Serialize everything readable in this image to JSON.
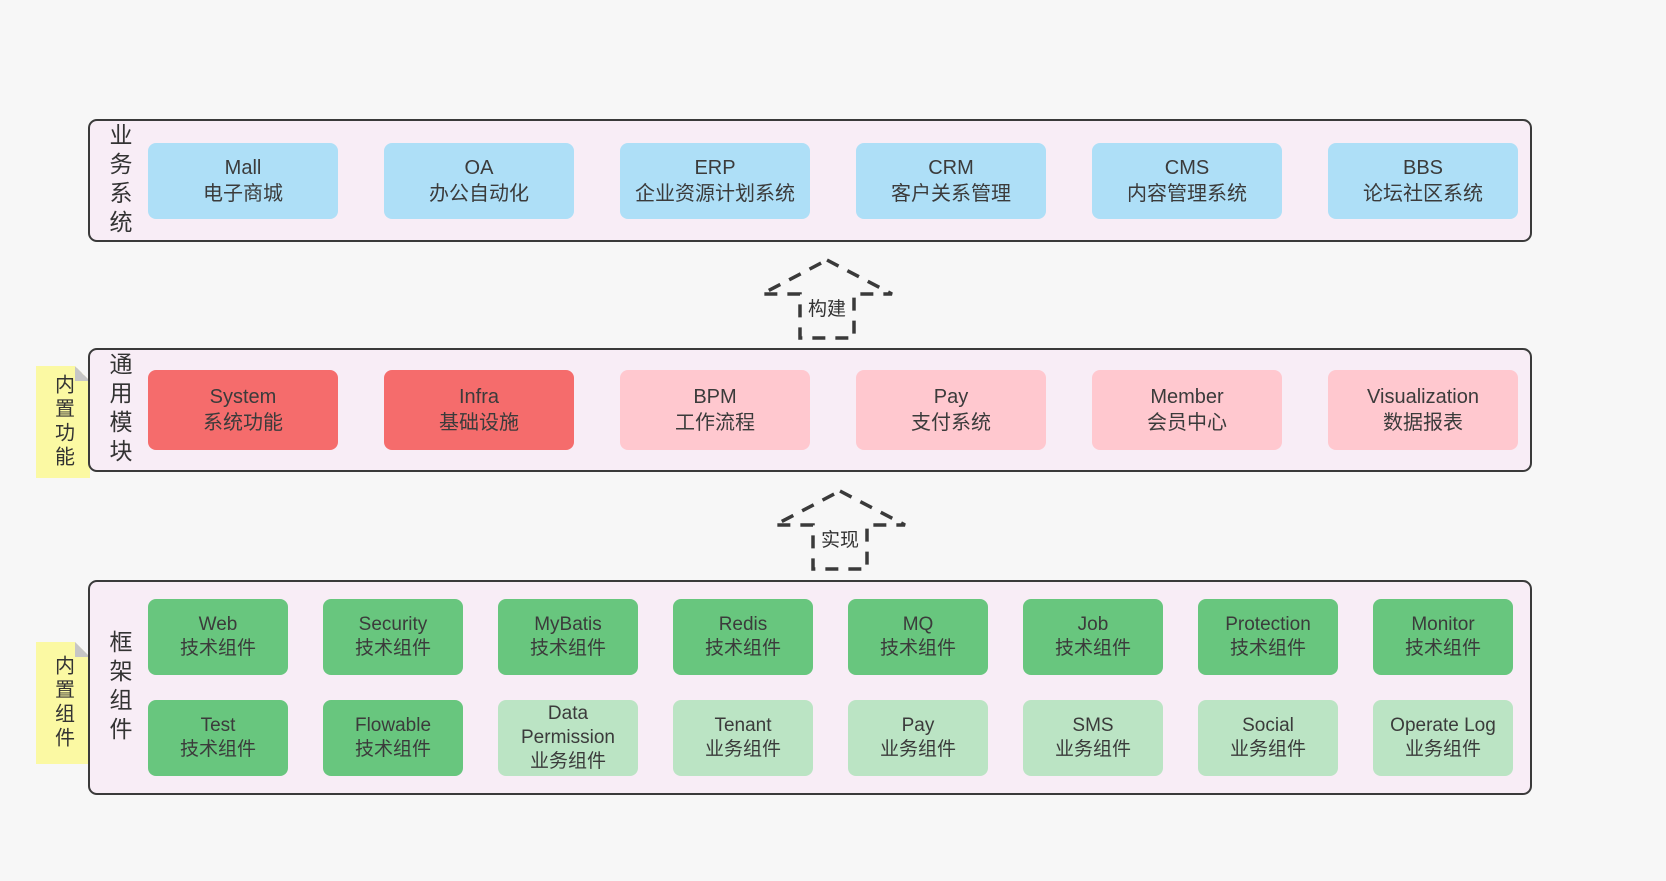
{
  "layers": {
    "business": {
      "label": "业务系统",
      "boxes": [
        {
          "title": "Mall",
          "subtitle": "电子商城",
          "variant": "blue"
        },
        {
          "title": "OA",
          "subtitle": "办公自动化",
          "variant": "blue"
        },
        {
          "title": "ERP",
          "subtitle": "企业资源计划系统",
          "variant": "blue"
        },
        {
          "title": "CRM",
          "subtitle": "客户关系管理",
          "variant": "blue"
        },
        {
          "title": "CMS",
          "subtitle": "内容管理系统",
          "variant": "blue"
        },
        {
          "title": "BBS",
          "subtitle": "论坛社区系统",
          "variant": "blue"
        }
      ]
    },
    "modules": {
      "label": "通用模块",
      "note": "内置功能",
      "boxes": [
        {
          "title": "System",
          "subtitle": "系统功能",
          "variant": "red"
        },
        {
          "title": "Infra",
          "subtitle": "基础设施",
          "variant": "red"
        },
        {
          "title": "BPM",
          "subtitle": "工作流程",
          "variant": "pink"
        },
        {
          "title": "Pay",
          "subtitle": "支付系统",
          "variant": "pink"
        },
        {
          "title": "Member",
          "subtitle": "会员中心",
          "variant": "pink"
        },
        {
          "title": "Visualization",
          "subtitle": "数据报表",
          "variant": "pink"
        }
      ]
    },
    "framework": {
      "label": "框架组件",
      "note": "内置组件",
      "row1": [
        {
          "title": "Web",
          "subtitle": "技术组件",
          "variant": "green"
        },
        {
          "title": "Security",
          "subtitle": "技术组件",
          "variant": "green"
        },
        {
          "title": "MyBatis",
          "subtitle": "技术组件",
          "variant": "green"
        },
        {
          "title": "Redis",
          "subtitle": "技术组件",
          "variant": "green"
        },
        {
          "title": "MQ",
          "subtitle": "技术组件",
          "variant": "green"
        },
        {
          "title": "Job",
          "subtitle": "技术组件",
          "variant": "green"
        },
        {
          "title": "Protection",
          "subtitle": "技术组件",
          "variant": "green"
        },
        {
          "title": "Monitor",
          "subtitle": "技术组件",
          "variant": "green"
        }
      ],
      "row2": [
        {
          "title": "Test",
          "subtitle": "技术组件",
          "variant": "green"
        },
        {
          "title": "Flowable",
          "subtitle": "技术组件",
          "variant": "green"
        },
        {
          "title": "Data Permission",
          "subtitle": "业务组件",
          "variant": "lightgreen"
        },
        {
          "title": "Tenant",
          "subtitle": "业务组件",
          "variant": "lightgreen"
        },
        {
          "title": "Pay",
          "subtitle": "业务组件",
          "variant": "lightgreen"
        },
        {
          "title": "SMS",
          "subtitle": "业务组件",
          "variant": "lightgreen"
        },
        {
          "title": "Social",
          "subtitle": "业务组件",
          "variant": "lightgreen"
        },
        {
          "title": "Operate Log",
          "subtitle": "业务组件",
          "variant": "lightgreen"
        }
      ]
    }
  },
  "arrows": {
    "build": "构建",
    "implement": "实现"
  },
  "colors": {
    "page_bg": "#f7f7f7",
    "container_bg": "#f8edf6",
    "container_border": "#3a3a3a",
    "blue": "#aedff7",
    "red": "#f56c6c",
    "pink": "#ffc8cf",
    "green": "#68c67e",
    "lightgreen": "#bbe4c4",
    "note_yellow": "#fbf9a3",
    "note_fold_gray": "#c6c6c6"
  }
}
